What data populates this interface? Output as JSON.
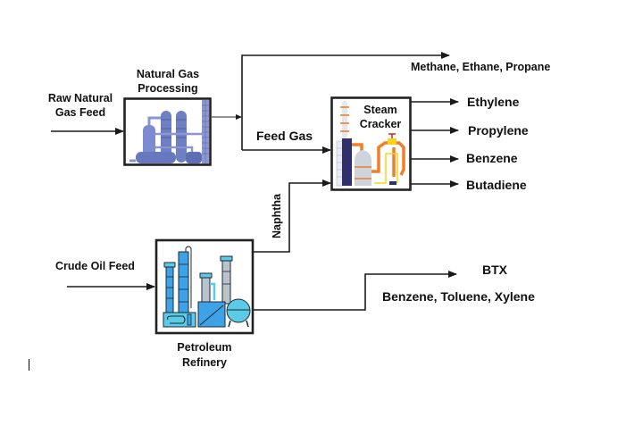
{
  "title": "Petrochemical feedstock flow diagram",
  "feeds": {
    "raw_gas": "Raw Natural Gas Feed",
    "raw_gas_lines": [
      "Raw Natural",
      "Gas Feed"
    ],
    "crude_oil": "Crude Oil Feed"
  },
  "units": {
    "gas_processing": {
      "label": "Natural Gas Processing",
      "lines": [
        "Natural Gas",
        "Processing"
      ],
      "icon": "gas-processing-plant-icon"
    },
    "steam_cracker": {
      "label": "Steam Cracker",
      "lines": [
        "Steam",
        "Cracker"
      ],
      "icon": "steam-cracker-icon"
    },
    "refinery": {
      "label": "Petroleum Refinery",
      "lines": [
        "Petroleum",
        "Refinery"
      ],
      "icon": "refinery-icon"
    }
  },
  "streams": {
    "feed_gas": "Feed Gas",
    "naphtha": "Naphtha",
    "ngl": "Methane, Ethane, Propane",
    "btx": "BTX",
    "btx_detail": "Benzene, Toluene, Xylene"
  },
  "cracker_products": [
    "Ethylene",
    "Propylene",
    "Benzene",
    "Butadiene"
  ],
  "colors": {
    "gas_plant_blue": "#6f7fc4",
    "cracker_orange": "#f07f2a",
    "cracker_navy": "#2e2f6b",
    "cracker_yellow": "#f6d51a",
    "refinery_blue": "#3ea2e6",
    "refinery_cyan": "#5ccbe8",
    "refinery_grey": "#b9c3cc"
  }
}
